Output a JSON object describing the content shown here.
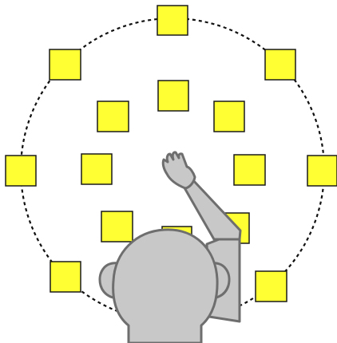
{
  "colors": {
    "background": "#ffffff",
    "target_fill": "#ffff33",
    "target_stroke": "#1a1a1a",
    "circle_stroke": "#111111",
    "figure_fill": "#c8c8c8",
    "figure_stroke": "#6e6e6e"
  },
  "icons": {
    "figure": "person-reaching-icon"
  },
  "layout_description": {
    "outer_targets": 8,
    "inner_targets": 8,
    "circle_style": "dotted"
  }
}
